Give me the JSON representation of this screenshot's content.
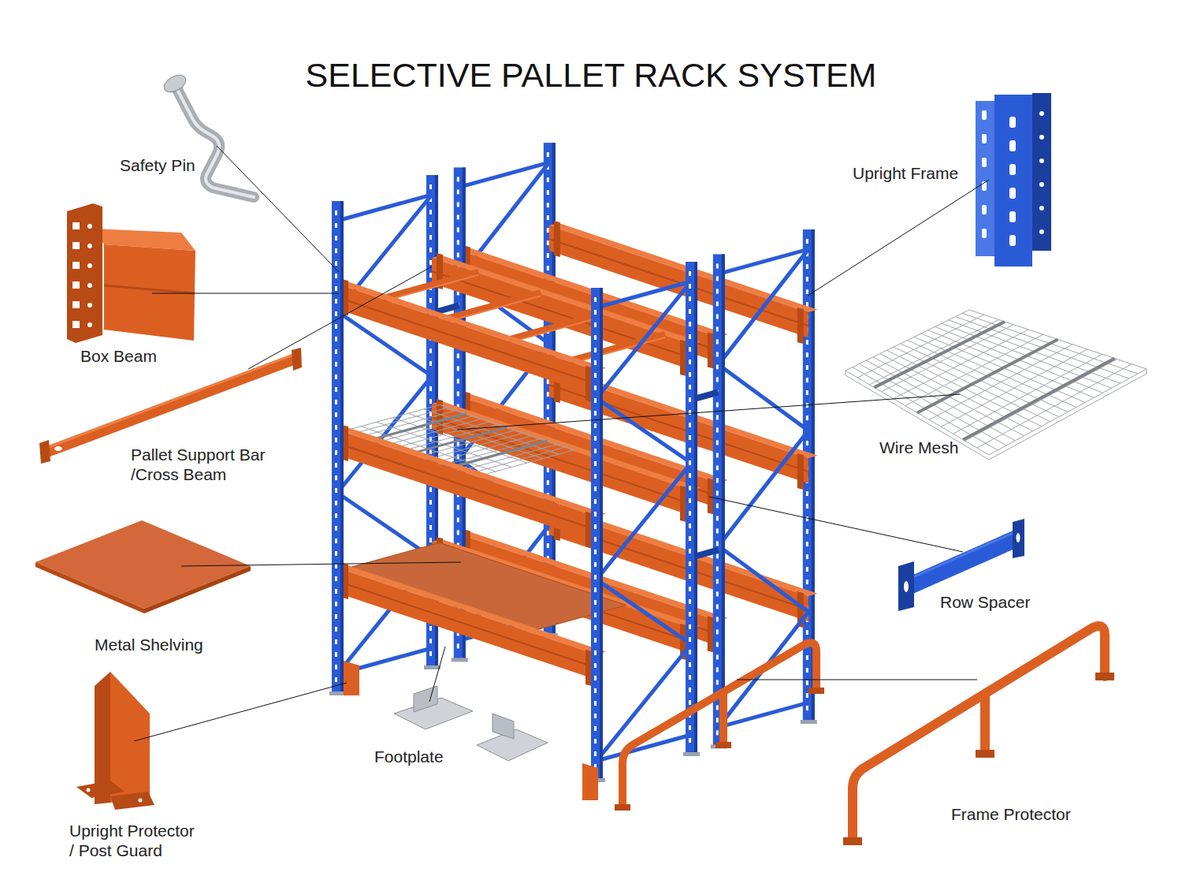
{
  "diagram": {
    "title": "SELECTIVE PALLET RACK SYSTEM",
    "labels": [
      "Safety Pin",
      "Upright Frame",
      "Box Beam",
      "Wire Mesh",
      "Pallet Support Bar /Cross Beam",
      "Row Spacer",
      "Metal Shelving",
      "Footplate",
      "Frame Protector",
      "Upright Protector / Post Guard"
    ]
  }
}
